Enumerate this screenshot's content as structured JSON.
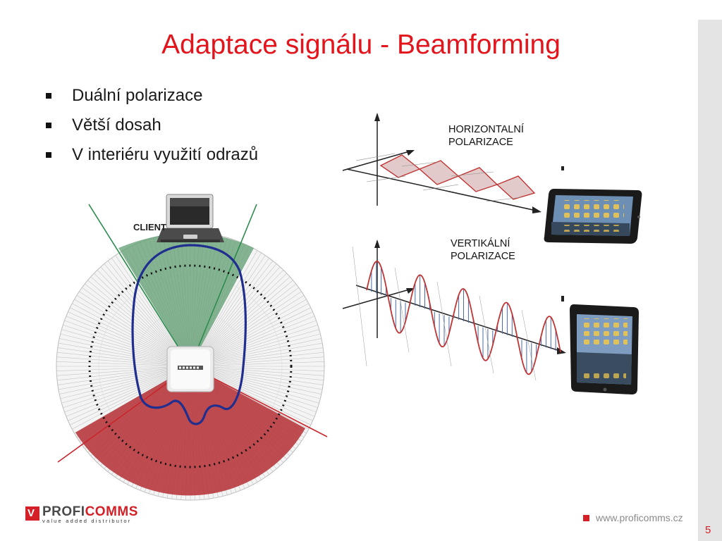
{
  "slide": {
    "title": "Adaptace signálu - Beamforming",
    "bullets": [
      "Duální polarizace",
      "Větší dosah",
      "V interiéru využití odrazů"
    ],
    "labels": {
      "horizontal": [
        "HORIZONTALNÍ",
        "POLARIZACE"
      ],
      "vertical": [
        "VERTIKÁLNÍ",
        "POLARIZACE"
      ],
      "client": "CLIENT"
    },
    "footer": {
      "logo_prefix": "PROFI",
      "logo_suffix": "COMMS",
      "logo_tagline": "value added distributor",
      "website": "www.proficomms.cz",
      "page_number": "5"
    },
    "colors": {
      "title": "#e3141b",
      "accent": "#d42027",
      "beam_green": "#5f9e72",
      "beam_red": "#b8383d",
      "pattern_blue": "#1f2e8f",
      "sidebar": "#e4e4e4"
    }
  }
}
